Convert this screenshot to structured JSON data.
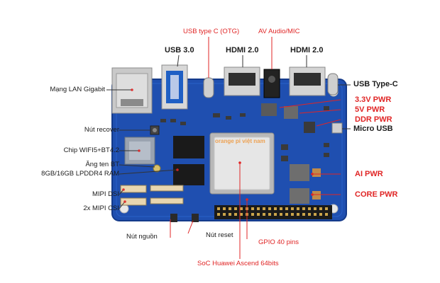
{
  "labels": {
    "usb_c_otg": "USB type C (OTG)",
    "av_audio_mic": "AV Audio/MIC",
    "usb3": "USB 3.0",
    "hdmi_a": "HDMI 2.0",
    "hdmi_b": "HDMI 2.0",
    "usb_type_c": "USB Type-C",
    "pwr_3v3": "3.3V PWR",
    "pwr_5v": "5V PWR",
    "pwr_ddr": "DDR PWR",
    "micro_usb": "Micro USB",
    "ai_pwr": "AI PWR",
    "core_pwr": "CORE PWR",
    "lan": "Mạng LAN Gigabit",
    "recover": "Nút recover",
    "wifi": "Chip WIFI5+BT4.2",
    "antenna": "Ăng ten BT",
    "ram": "8GB/16GB LPDDR4 RAM",
    "mipi_dsi": "MIPI DSI",
    "mipi_csi": "2x MIPI CSI",
    "power_button": "Nút nguồn",
    "reset_button": "Nút reset",
    "gpio": "GPIO 40 pins",
    "soc": "SoC Huawei Ascend 64bits"
  },
  "watermark": "orange pi việt nam",
  "colors": {
    "board": "#1f4fb0",
    "callout_red": "#e02525",
    "callout_dark": "#1c1c1c"
  }
}
